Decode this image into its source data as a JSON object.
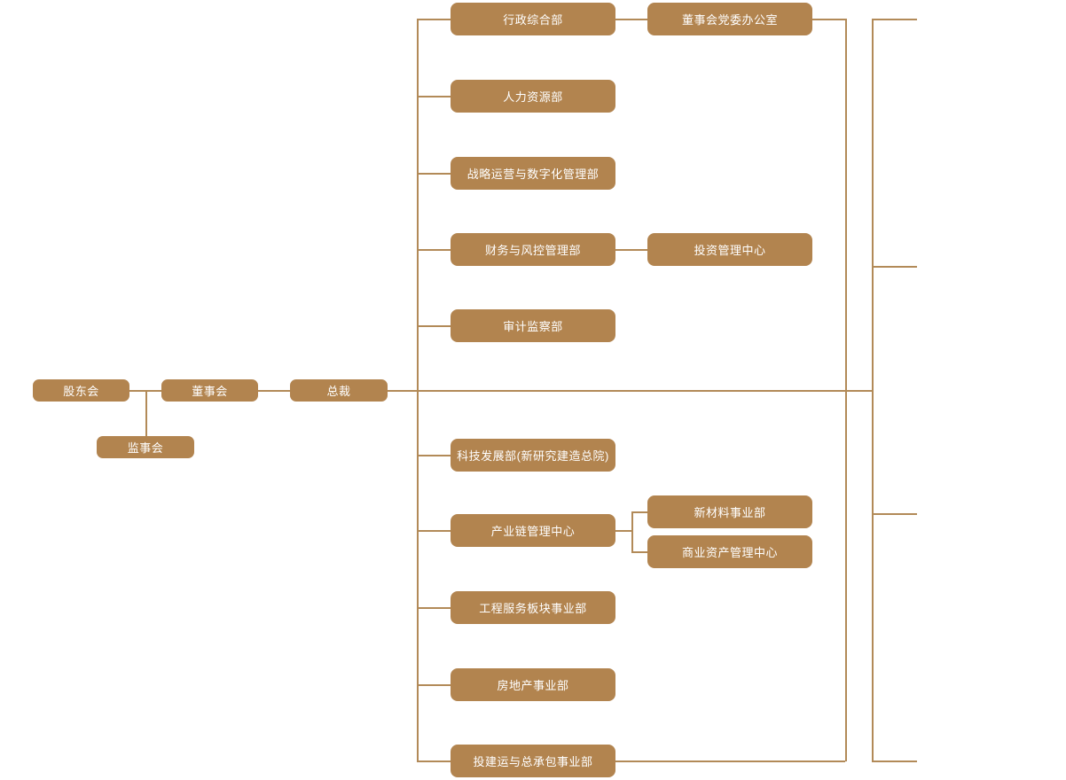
{
  "diagram": {
    "type": "organization-chart",
    "background": "#ffffff",
    "colors": {
      "node_fill": "#b2844f",
      "node_text": "#ffffff",
      "line": "#b28a58"
    },
    "nodes": {
      "shareholders": "股东会",
      "supervisory_board": "监事会",
      "board_of_directors": "董事会",
      "president": "总裁",
      "admin_general": "行政综合部",
      "board_party_office": "董事会党委办公室",
      "human_resources": "人力资源部",
      "strategy_digital": "战略运营与数字化管理部",
      "finance_risk": "财务与风控管理部",
      "investment_center": "投资管理中心",
      "audit_supervision": "审计监察部",
      "tech_development": "科技发展部(新研究建造总院)",
      "industry_chain_center": "产业链管理中心",
      "new_materials": "新材料事业部",
      "commercial_assets": "商业资产管理中心",
      "engineering_services": "工程服务板块事业部",
      "real_estate": "房地产事业部",
      "epc_division": "投建运与总承包事业部"
    },
    "edges": [
      [
        "股东会",
        "董事会"
      ],
      [
        "股东会",
        "监事会"
      ],
      [
        "董事会",
        "总裁"
      ],
      [
        "总裁",
        "行政综合部"
      ],
      [
        "总裁",
        "人力资源部"
      ],
      [
        "总裁",
        "战略运营与数字化管理部"
      ],
      [
        "总裁",
        "财务与风控管理部"
      ],
      [
        "总裁",
        "审计监察部"
      ],
      [
        "总裁",
        "科技发展部(新研究建造总院)"
      ],
      [
        "总裁",
        "产业链管理中心"
      ],
      [
        "总裁",
        "工程服务板块事业部"
      ],
      [
        "总裁",
        "房地产事业部"
      ],
      [
        "总裁",
        "投建运与总承包事业部"
      ],
      [
        "行政综合部",
        "董事会党委办公室"
      ],
      [
        "财务与风控管理部",
        "投资管理中心"
      ],
      [
        "产业链管理中心",
        "新材料事业部"
      ],
      [
        "产业链管理中心",
        "商业资产管理中心"
      ]
    ]
  }
}
